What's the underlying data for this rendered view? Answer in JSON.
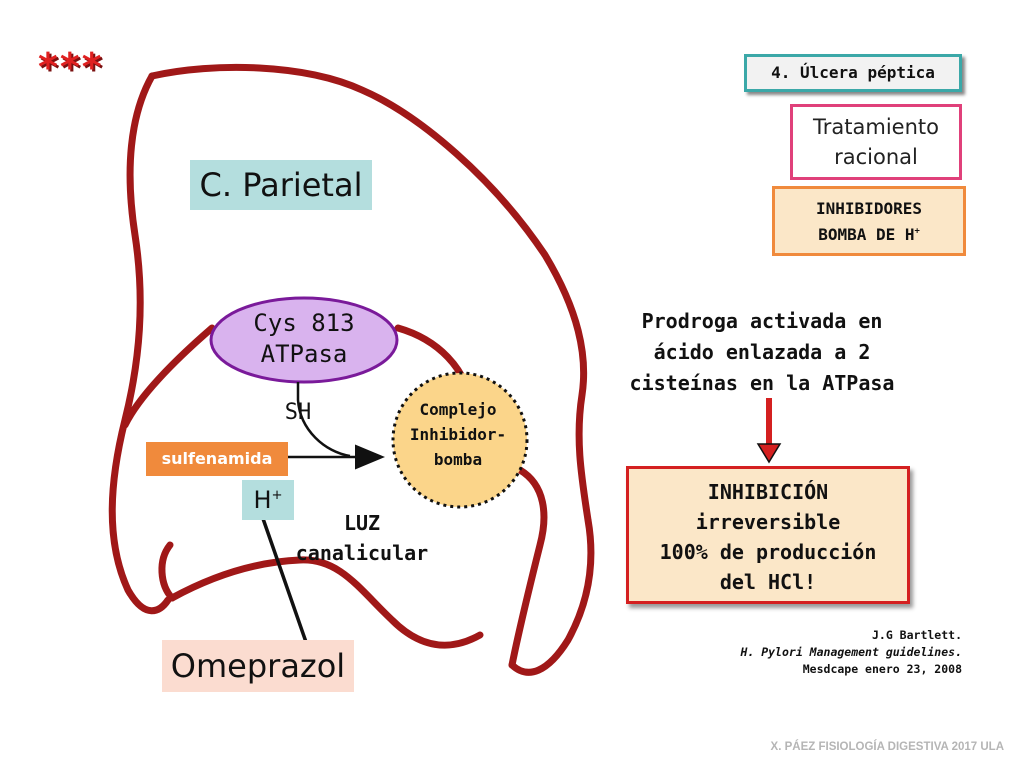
{
  "slide": {
    "stars": "***",
    "section_label": "4. Úlcera péptica",
    "treatment_lines": [
      "Tratamiento",
      "racional"
    ],
    "inhibitors": {
      "line1": "INHIBIDORES",
      "line2": "BOMBA DE H",
      "sup": "+"
    },
    "parietal_label": "C. Parietal",
    "enzyme_lines": [
      "Cys 813",
      "ATPasa"
    ],
    "thiol_label": "SH",
    "complex_lines": [
      "Complejo",
      "Inhibidor-",
      "bomba"
    ],
    "sulfenamide_label": "sulfenamida",
    "proton": {
      "base": "H",
      "sup": "+"
    },
    "lumen_lines": [
      "LUZ",
      "canalicular"
    ],
    "drug_label": "Omeprazol",
    "prodrug_lines": [
      "Prodroga activada en",
      "ácido enlazada a 2",
      "cisteínas en la ATPasa"
    ],
    "result_lines": [
      "INHIBICIÓN",
      "irreversible",
      "100% de producción",
      "del HCl!"
    ],
    "reference": {
      "author": "J.G Bartlett.",
      "title": "H. Pylori Management guidelines.",
      "source": "Mesdcape enero 23, 2008"
    },
    "footer": "X. PÁEZ  FISIOLOGÍA DIGESTIVA 2017  ULA"
  },
  "colors": {
    "cell_outline": "#a01818",
    "enzyme_fill": "#d9b3ee",
    "enzyme_border": "#7a1a9a",
    "complex_fill": "#fbd58a",
    "arrow_red": "#d42020"
  }
}
